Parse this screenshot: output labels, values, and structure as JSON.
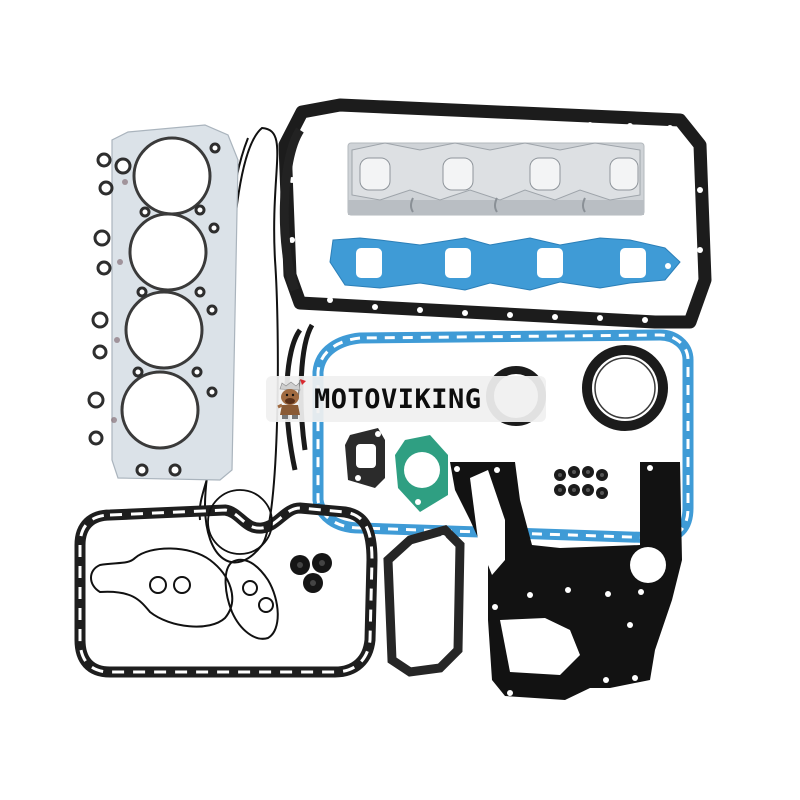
{
  "image": {
    "subject": "Engine full overhaul gasket kit product photo",
    "background": "#ffffff"
  },
  "watermark": {
    "brand": "MOTOVIKING",
    "mascot": "viking-mascot-icon"
  },
  "parts": [
    {
      "name": "cylinder-head-gasket",
      "color": "#d8dfe6",
      "cylinders": 4
    },
    {
      "name": "valve-cover-gasket",
      "color": "#1a1a1a"
    },
    {
      "name": "exhaust-manifold-gasket",
      "color": "#c9cdd1",
      "ports": 4
    },
    {
      "name": "intake-manifold-gasket",
      "color": "#3d9ad6",
      "ports": 4
    },
    {
      "name": "oil-pan-gasket",
      "color": "#3d9ad6"
    },
    {
      "name": "rear-crankshaft-seal",
      "color": "#1a1a1a"
    },
    {
      "name": "front-crankshaft-seal",
      "color": "#1a1a1a"
    },
    {
      "name": "timing-cover-gasket",
      "color": "#111111"
    },
    {
      "name": "lower-oil-pan-gasket",
      "color": "#222222"
    },
    {
      "name": "thermostat-gasket",
      "color": "#2e9e80"
    },
    {
      "name": "water-outlet-gasket",
      "color": "#2a2a2a"
    },
    {
      "name": "side-cover-gasket",
      "color": "#2a2a2a"
    },
    {
      "name": "valve-stem-seals",
      "color": "#1a1a1a",
      "count": 8
    },
    {
      "name": "injector-seals",
      "color": "#1a1a1a",
      "count": 3
    },
    {
      "name": "o-rings",
      "color": "#111111"
    }
  ]
}
